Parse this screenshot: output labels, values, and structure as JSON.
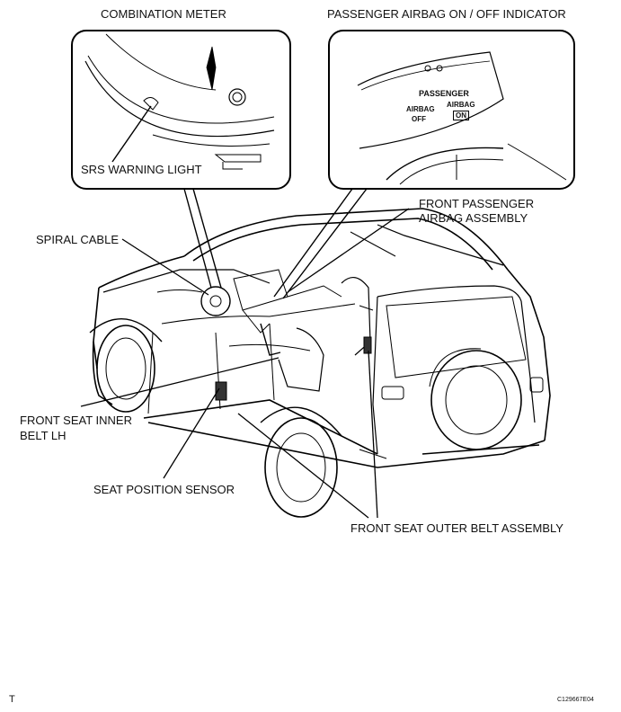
{
  "labels": {
    "combination_meter": "COMBINATION METER",
    "passenger_indicator": "PASSENGER AIRBAG ON / OFF INDICATOR",
    "srs_warning_light": "SRS WARNING LIGHT",
    "spiral_cable": "SPIRAL CABLE",
    "front_passenger_airbag_line1": "FRONT PASSENGER",
    "front_passenger_airbag_line2": "AIRBAG ASSEMBLY",
    "front_seat_inner_belt_line1": "FRONT SEAT INNER",
    "front_seat_inner_belt_line2": "BELT LH",
    "seat_position_sensor": "SEAT POSITION SENSOR",
    "front_seat_outer_belt": "FRONT SEAT OUTER BELT ASSEMBLY"
  },
  "indicator_panel": {
    "passenger": "PASSENGER",
    "airbag_left": "AIRBAG",
    "off": "OFF",
    "airbag_right": "AIRBAG",
    "on": "ON"
  },
  "footer": {
    "left_mark": "T",
    "figure_code": "C129667E04"
  }
}
